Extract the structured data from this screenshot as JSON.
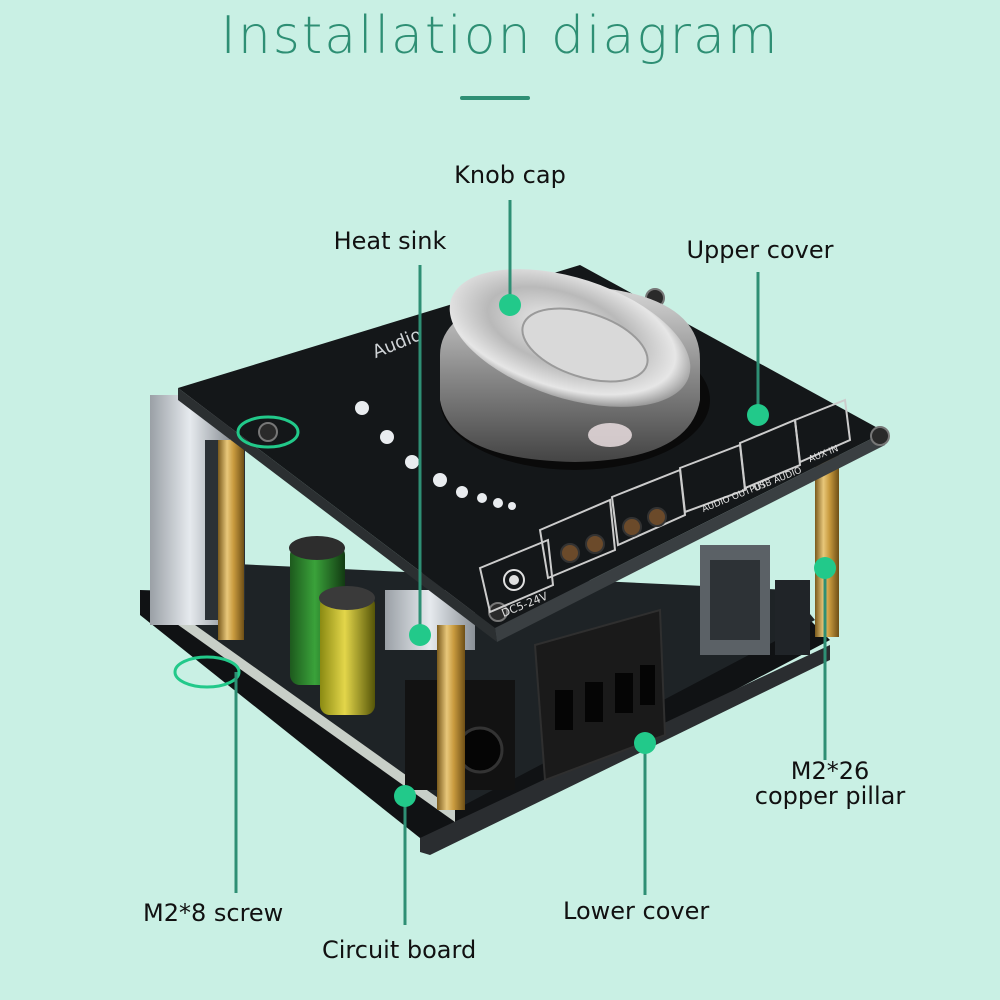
{
  "title": "Installation diagram",
  "labels": {
    "knob_cap": "Knob cap",
    "heat_sink": "Heat sink",
    "upper_cover": "Upper cover",
    "pillar_line1": "M2*26",
    "pillar_line2": "copper pillar",
    "screw": "M2*8 screw",
    "lower_cover": "Lower cover",
    "circuit_board": "Circuit board"
  },
  "board_markings": {
    "power": "DC5-24V",
    "audio_output": "AUDIO OUTPUT",
    "usb_audio": "USB AUDIO",
    "aux_in": "AUX IN",
    "brand": "Audio"
  },
  "colors": {
    "background": "#c9f0e4",
    "accent": "#2e8f74",
    "marker": "#22c98a"
  }
}
